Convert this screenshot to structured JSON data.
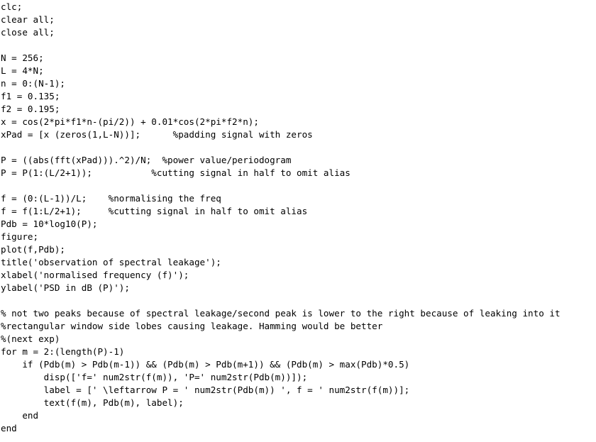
{
  "editor": {
    "lines": [
      "clc;",
      "clear all;",
      "close all;",
      "",
      "N = 256;",
      "L = 4*N;",
      "n = 0:(N-1);",
      "f1 = 0.135;",
      "f2 = 0.195;",
      "x = cos(2*pi*f1*n-(pi/2)) + 0.01*cos(2*pi*f2*n);",
      "xPad = [x (zeros(1,L-N))];      %padding signal with zeros",
      "",
      "P = ((abs(fft(xPad))).^2)/N;  %power value/periodogram",
      "P = P(1:(L/2+1));           %cutting signal in half to omit alias",
      "",
      "f = (0:(L-1))/L;    %normalising the freq",
      "f = f(1:L/2+1);     %cutting signal in half to omit alias",
      "Pdb = 10*log10(P);",
      "figure;",
      "plot(f,Pdb);",
      "title('observation of spectral leakage');",
      "xlabel('normalised frequency (f)');",
      "ylabel('PSD in dB (P)');",
      "",
      "% not two peaks because of spectral leakage/second peak is lower to the right because of leaking into it",
      "%rectangular window side lobes causing leakage. Hamming would be better",
      "%(next exp)",
      "for m = 2:(length(P)-1)",
      "    if (Pdb(m) > Pdb(m-1)) && (Pdb(m) > Pdb(m+1)) && (Pdb(m) > max(Pdb)*0.5)",
      "        disp(['f=' num2str(f(m)), 'P=' num2str(Pdb(m))]);",
      "        label = [' \\leftarrow P = ' num2str(Pdb(m)) ', f = ' num2str(f(m))];",
      "        text(f(m), Pdb(m), label);",
      "    end",
      "end"
    ]
  }
}
